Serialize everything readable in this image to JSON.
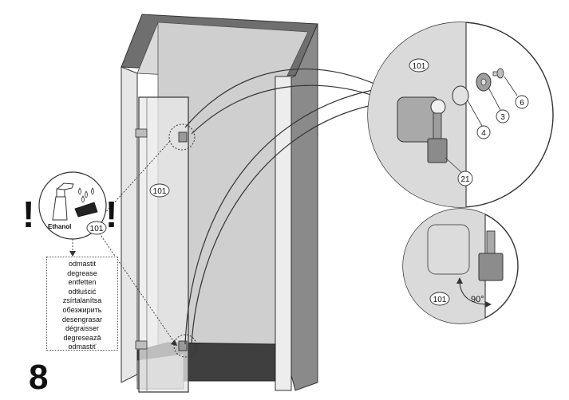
{
  "step_number": "8",
  "part_labels": {
    "glass_panel": "101",
    "detail_panel": "101",
    "detail_hinge": "21",
    "detail_washer_small": "4",
    "detail_washer_large": "3",
    "detail_screw": "6",
    "rotation_panel": "101",
    "cleaning_panel": "101"
  },
  "rotation_angle": "90°",
  "cleaning": {
    "product_label": "Ethanol",
    "exclamation": "!",
    "instructions": [
      "odmastit",
      "degrease",
      "entfetten",
      "odtłuścić",
      "zsírtalanítsa",
      "обезжирить",
      "desengrasar",
      "dégraisser",
      "degresează",
      "odmastiť"
    ]
  }
}
